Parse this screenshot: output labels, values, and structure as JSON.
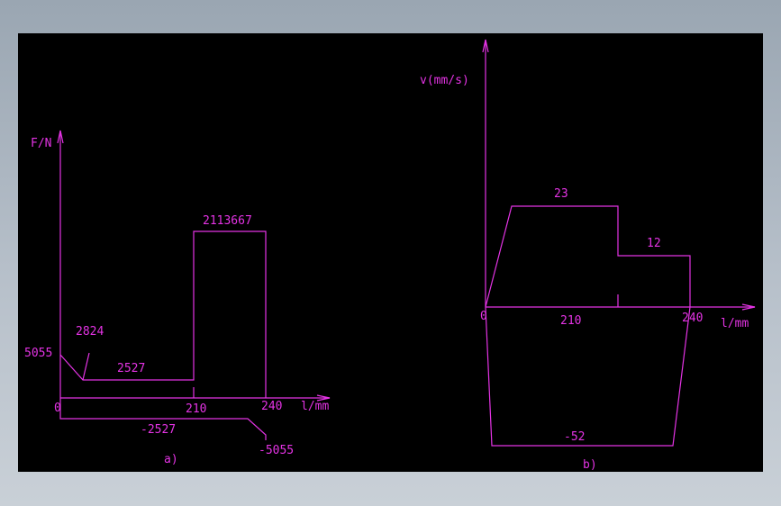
{
  "colors": {
    "drawing": "#e433e4",
    "canvas_bg": "#000000"
  },
  "diagram_a": {
    "y_axis_label": "F/N",
    "x_axis_label": "l/mm",
    "origin_label": "0",
    "tick_210": "210",
    "tick_240": "240",
    "value_5055": "5055",
    "value_2824": "2824",
    "value_2527": "2527",
    "value_peak": "2113667",
    "value_neg_2527": "-2527",
    "value_neg_5055": "-5055",
    "caption": "a)"
  },
  "diagram_b": {
    "y_axis_label": "v(mm/s)",
    "x_axis_label": "l/mm",
    "origin_label": "0",
    "tick_210": "210",
    "tick_240": "240",
    "value_23": "23",
    "value_12": "12",
    "value_neg_52": "-52",
    "caption": "b)"
  }
}
